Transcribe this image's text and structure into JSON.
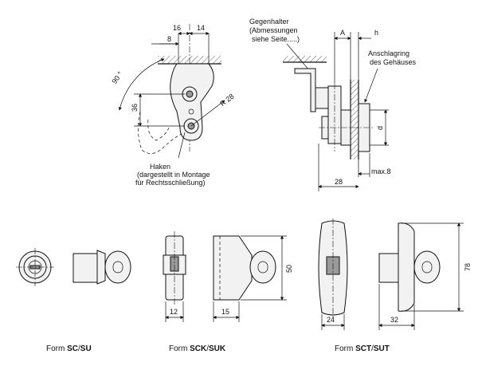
{
  "top_left": {
    "dims": {
      "d16": "16",
      "d14": "14",
      "d8": "8",
      "d36": "36",
      "angle": "90 °",
      "radius": "R 28"
    },
    "haken_note": [
      "Haken",
      "(dargestellt in Montage",
      "für Rechtsschließung)"
    ]
  },
  "top_right": {
    "gegenhalter_note": [
      "Gegenhalter",
      "(Abmessungen",
      "siehe Seite.....)"
    ],
    "anschlag_note": [
      "Anschlagring",
      "des Gehäuses"
    ],
    "dims": {
      "A": "A",
      "h": "h",
      "d": "d",
      "d28": "28",
      "max8": "max.8"
    }
  },
  "bottom": {
    "forms": [
      {
        "prefix": "Form ",
        "bold": "SC",
        "sep": "/",
        "bold2": "SU"
      },
      {
        "prefix": "Form ",
        "bold": "SCK",
        "sep": "/",
        "bold2": "SUK"
      },
      {
        "prefix": "Form ",
        "bold": "SCT",
        "sep": "/",
        "bold2": "SUT"
      }
    ],
    "dims": {
      "d12": "12",
      "d15": "15",
      "d50": "50",
      "d24": "24",
      "d32": "32",
      "d78": "78"
    }
  },
  "colors": {
    "line": "#111111",
    "fill": "#f2f2f2",
    "dark_fill": "#9a9a9a"
  }
}
